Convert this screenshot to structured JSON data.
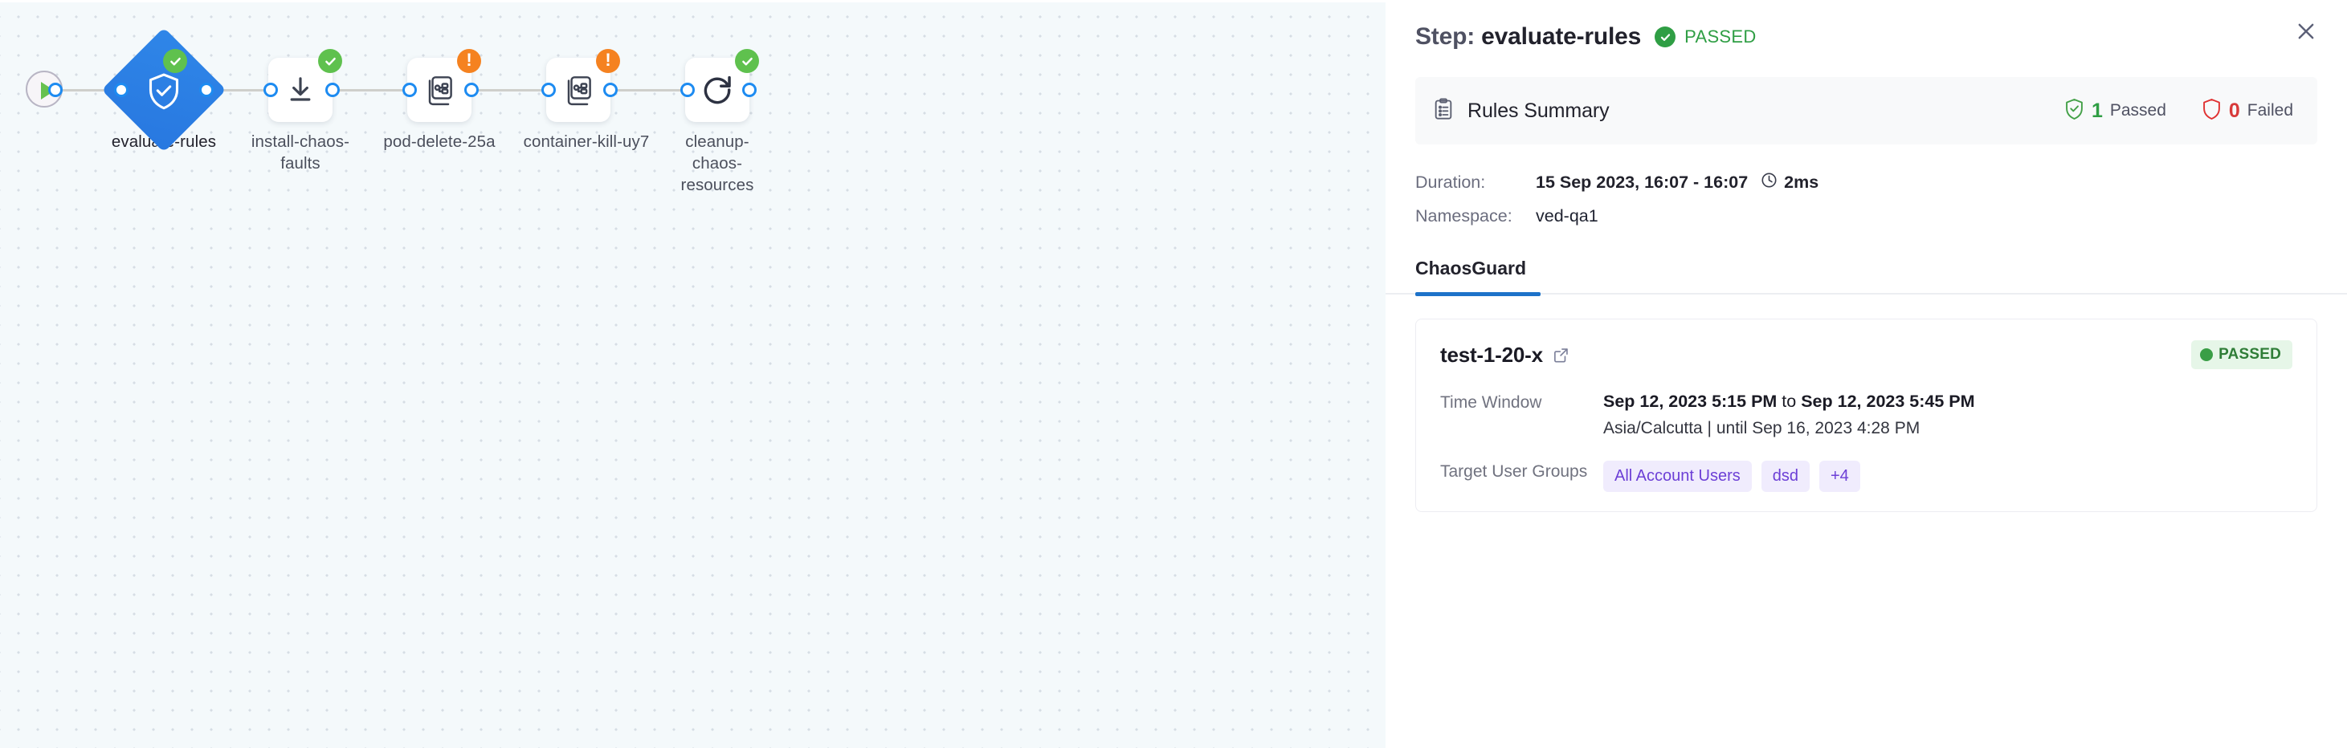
{
  "canvas": {
    "start_node": {
      "icon": "play-icon"
    },
    "nodes": [
      {
        "id": "evaluate-rules",
        "label": "evaluate-rules",
        "shape": "diamond",
        "icon": "shield-check-icon",
        "status": "ok",
        "selected": true
      },
      {
        "id": "install-chaos-faults",
        "label": "install-chaos-faults",
        "shape": "square",
        "icon": "download-icon",
        "status": "ok",
        "selected": false
      },
      {
        "id": "pod-delete-25a",
        "label": "pod-delete-25a",
        "shape": "square",
        "icon": "chaos-fault-icon",
        "status": "warn",
        "selected": false
      },
      {
        "id": "container-kill-uy7",
        "label": "container-kill-uy7",
        "shape": "square",
        "icon": "chaos-fault-icon",
        "status": "warn",
        "selected": false
      },
      {
        "id": "cleanup-chaos-resources",
        "label": "cleanup-chaos-resources",
        "shape": "square",
        "icon": "refresh-icon",
        "status": "ok",
        "selected": false
      }
    ]
  },
  "panel": {
    "header": {
      "step_prefix": "Step:",
      "step_name": "evaluate-rules",
      "status": "PASSED",
      "status_icon": "check-circle-icon",
      "close_icon": "close-icon"
    },
    "rules_summary": {
      "icon": "clipboard-icon",
      "title": "Rules Summary",
      "passed_count": "1",
      "passed_label": "Passed",
      "passed_icon": "shield-check-icon",
      "failed_count": "0",
      "failed_label": "Failed",
      "failed_icon": "shield-icon"
    },
    "details": {
      "duration_label": "Duration:",
      "duration_value": "15 Sep 2023, 16:07 - 16:07",
      "duration_clock_icon": "clock-icon",
      "duration_elapsed": "2ms",
      "namespace_label": "Namespace:",
      "namespace_value": "ved-qa1"
    },
    "tabs": [
      {
        "id": "chaosguard",
        "label": "ChaosGuard",
        "active": true
      }
    ],
    "card": {
      "name": "test-1-20-x",
      "external_link_icon": "external-link-icon",
      "status_badge": "PASSED",
      "rows": [
        {
          "label": "Time Window",
          "value_from": "Sep 12, 2023 5:15 PM",
          "value_join": " to ",
          "value_to": "Sep 12, 2023 5:45 PM",
          "sub": "Asia/Calcutta | until Sep 16, 2023 4:28 PM"
        }
      ],
      "target_groups_label": "Target User Groups",
      "target_groups": [
        "All Account Users",
        "dsd",
        "+4"
      ]
    }
  },
  "colors": {
    "accent_blue": "#1d8bf1",
    "node_blue": "#2f86e8",
    "success_green": "#2f9e44",
    "warn_orange": "#f58220",
    "fail_red": "#d83a3a",
    "chip_purple": "#6c3fd6",
    "canvas_bg": "#f4f9fb"
  }
}
